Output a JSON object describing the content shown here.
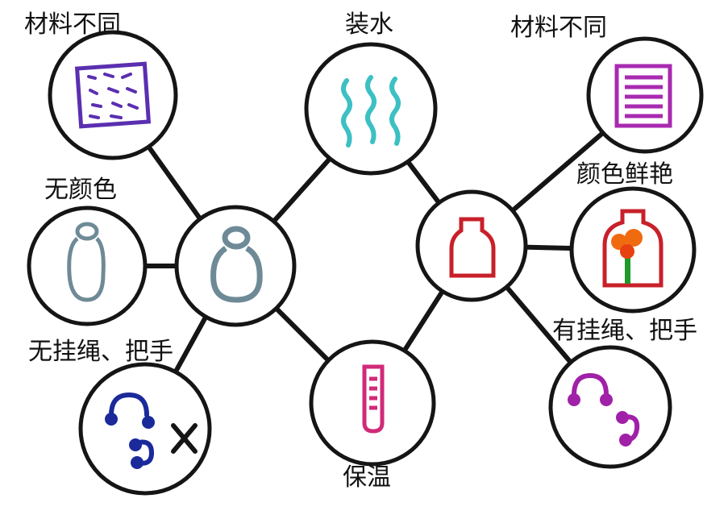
{
  "labels": {
    "left_material": "材料不同",
    "shared_water": "装水",
    "right_material": "材料不同",
    "left_color": "无颜色",
    "right_color": "颜色鲜艳",
    "left_strap": "无挂绳、把手",
    "right_strap": "有挂绳、把手",
    "shared_insulation": "保温"
  },
  "colors": {
    "left_bottle": "#6e8a96",
    "right_bottle": "#c8202a",
    "material_left": "#5a2fb0",
    "material_right": "#a82ab0",
    "water": "#3cc0c4",
    "insulation": "#d02a78",
    "strap_left": "#1a2a9a",
    "strap_right": "#a020a8"
  }
}
